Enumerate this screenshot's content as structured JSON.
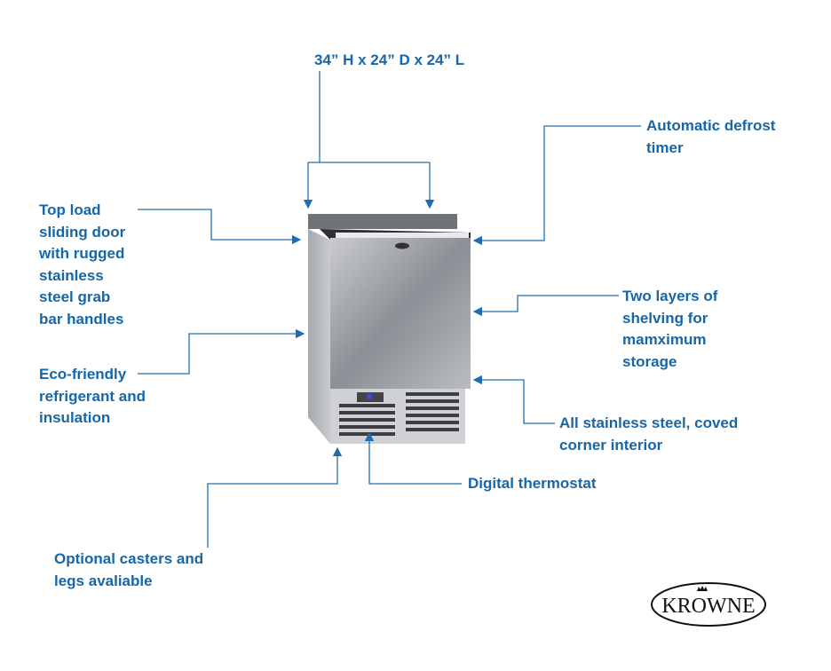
{
  "colors": {
    "accent": "#1766a8",
    "line": "#1f6db0"
  },
  "labels": {
    "dimensions": "34” H x 24” D x 24” L",
    "top_load": "Top load\nsliding door\nwith rugged\nstainless\nsteel grab\nbar handles",
    "eco": "Eco-friendly\nrefrigerant and\ninsulation",
    "casters": "Optional casters and\nlegs avaliable",
    "thermostat": "Digital thermostat",
    "interior": "All stainless steel, coved\ncorner interior",
    "shelving": "Two layers of\nshelving for\nmamximum\nstorage",
    "defrost": "Automatic defrost\ntimer"
  },
  "logo": {
    "text": "KROWNE"
  }
}
